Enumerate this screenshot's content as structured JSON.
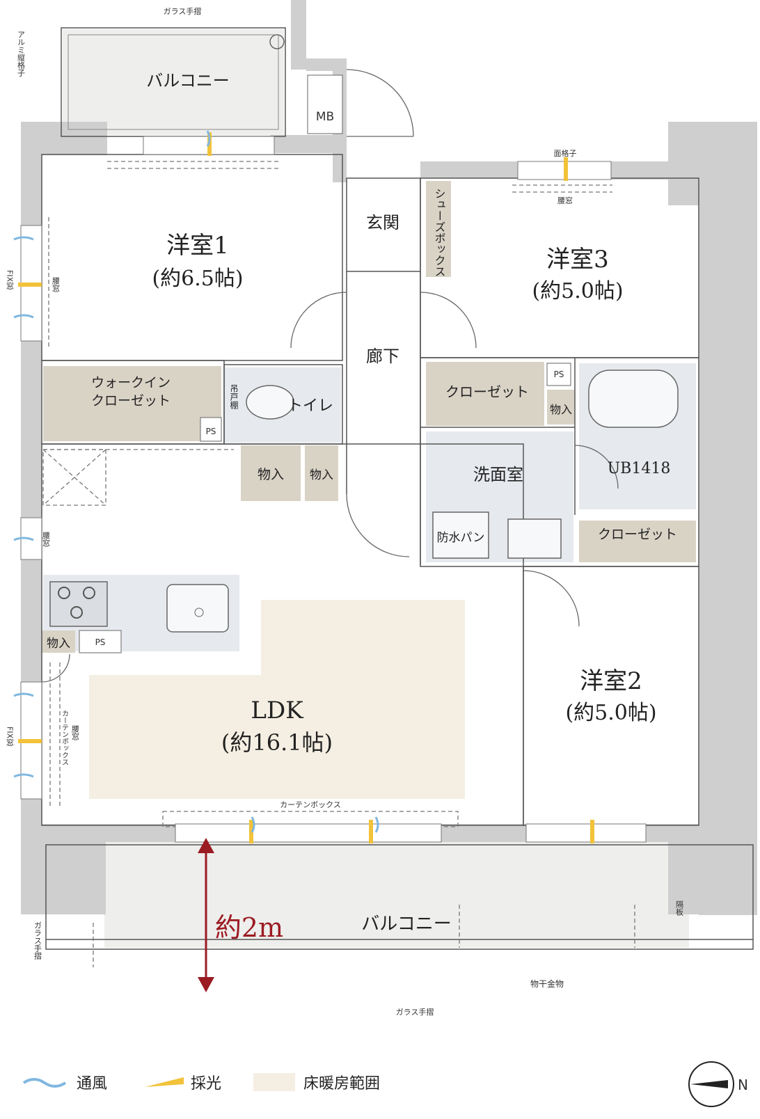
{
  "colors": {
    "wall": "#cfcfcf",
    "wall_dark": "#bdbdbd",
    "floor_heating": "#f4efe2",
    "balcony": "#eeeeec",
    "wet_area": "#e6e9ee",
    "storage": "#d9d3c6",
    "arrow": "#9b1b22",
    "wind": "#7fb7e0",
    "light": "#f2c23a"
  },
  "rooms": {
    "balcony_top": "バルコニー",
    "mb": "MB",
    "genkan": "玄関",
    "shoebox": "シューズボックス",
    "room1_name": "洋室1",
    "room1_size": "(約6.5帖)",
    "room3_name": "洋室3",
    "room3_size": "(約5.0帖)",
    "hallway": "廊下",
    "walkin_1": "ウォークイン",
    "walkin_2": "クローゼット",
    "toilet": "トイレ",
    "toilet_shelf": "吊戸棚",
    "ps1": "PS",
    "closet3": "クローゼット",
    "ps2": "PS",
    "storage_small": "物入",
    "bath": "UB1418",
    "storage1": "物入",
    "storage2": "物入",
    "washroom": "洗面室",
    "waterproof_pan": "防水パン",
    "closet2": "クローゼット",
    "kitchen_storage": "物入",
    "ps3": "PS",
    "ldk_name": "LDK",
    "ldk_size": "(約16.1帖)",
    "room2_name": "洋室2",
    "room2_size": "(約5.0帖)",
    "balcony_bottom": "バルコニー",
    "depth": "約2m"
  },
  "annotations": {
    "glass_rail_top": "ガラス手摺",
    "alumi_lattice": "アルミ縦格子",
    "fix_window_1": "FIX窓",
    "waist_window_1": "腰窓",
    "face_lattice": "面格子",
    "waist_window_3": "腰窓",
    "waist_window_kitchen": "腰窓",
    "curtain_box_side": "カーテンボックス",
    "waist_window_ldk": "腰窓",
    "fix_window_2": "FIX窓",
    "curtain_box": "カーテンボックス",
    "glass_rail_left": "ガラス手摺",
    "partition": "隔板",
    "drying_hardware": "物干金物",
    "glass_rail_bottom": "ガラス手摺"
  },
  "legend": {
    "wind": "通風",
    "light": "採光",
    "floor_heating": "床暖房範囲"
  },
  "compass": {
    "north": "N"
  }
}
